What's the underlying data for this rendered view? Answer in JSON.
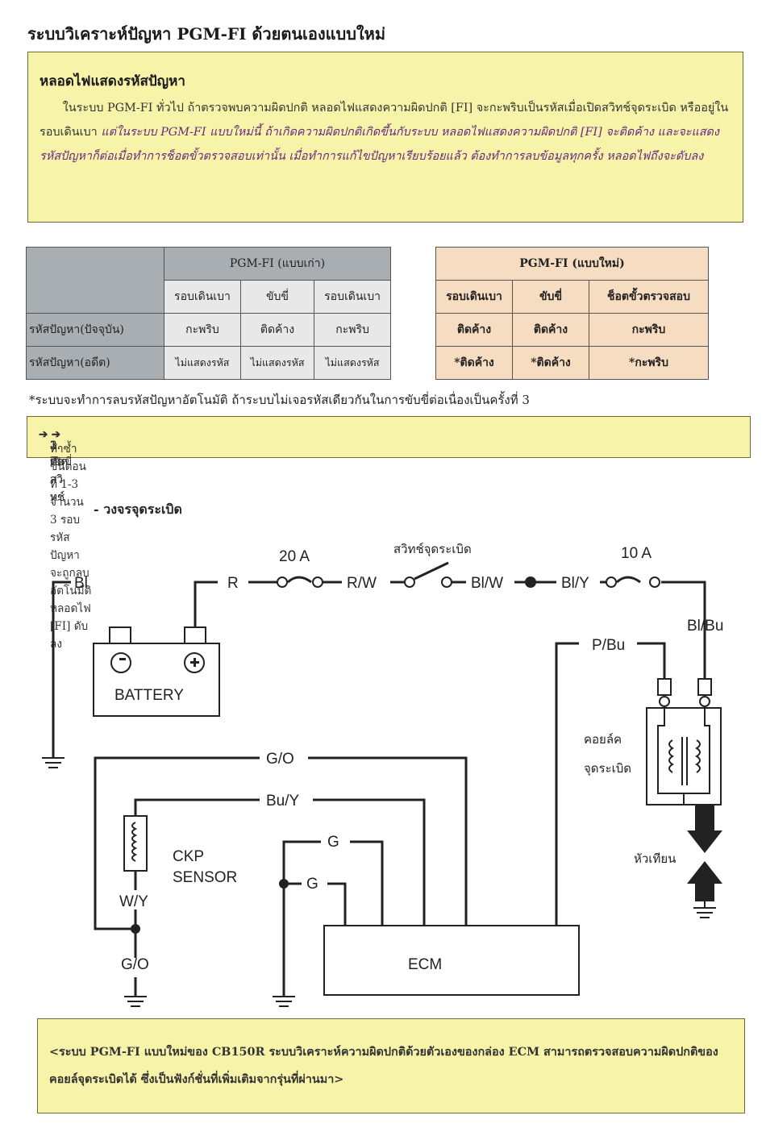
{
  "page_title": "ระบบวิเคราะห์ปัญหา PGM-FI ด้วยตนเองแบบใหม่",
  "notice": {
    "heading": "หลอดไฟแสดงรหัสปัญหา",
    "text_normal": "ในระบบ PGM-FI ทั่วไป ถ้าตรวจพบความผิดปกติ หลอดไฟแสดงความผิดปกติ [FI] จะกะพริบเป็นรหัสเมื่อเปิดสวิทช์จุดระเบิด หรืออยู่ในรอบเดินเบา",
    "text_italic": "แต่ในระบบ PGM-FI แบบใหม่นี้ ถ้าเกิดความผิดปกติเกิดขึ้นกับระบบ หลอดไฟแสดงความผิดปกติ [FI] จะติดค้าง และจะแสดงรหัสปัญหาก็ต่อเมื่อทำการช็อตขั้วตรวจสอบเท่านั้น เมื่อทำการแก้ไขปัญหาเรียบร้อยแล้ว ต้องทำการลบข้อมูลทุกครั้ง หลอดไฟถึงจะดับลง"
  },
  "old_table": {
    "title": "PGM-FI (แบบเก่า)",
    "columns": [
      "รอบเดินเบา",
      "ขับขี่",
      "รอบเดินเบา"
    ],
    "rows": [
      {
        "label": "รหัสปัญหา(ปัจจุบัน)",
        "cells": [
          "กะพริบ",
          "ติดค้าง",
          "กะพริบ"
        ]
      },
      {
        "label": "รหัสปัญหา(อดีต)",
        "cells": [
          "ไม่แสดงรหัส",
          "ไม่แสดงรหัส",
          "ไม่แสดงรหัส"
        ]
      }
    ]
  },
  "new_table": {
    "title": "PGM-FI (แบบใหม่)",
    "columns": [
      "รอบเดินเบา",
      "ขับขี่",
      "ช็อตขั้วตรวจสอบ"
    ],
    "rows": [
      [
        "ติดค้าง",
        "ติดค้าง",
        "กะพริบ"
      ],
      [
        "*ติดค้าง",
        "*ติดค้าง",
        "*กะพริบ"
      ]
    ]
  },
  "footnote": "*ระบบจะทำการลบรหัสปัญหาอัตโนมัติ ถ้าระบบไม่เจอรหัสเดียวกันในการขับขี่ต่อเนื่องเป็นครั้งที่ 3",
  "steps": {
    "step1": "1. เปิดสวิทช์",
    "step2": "2. ขับขี่",
    "step3": "3. ปิดสวิทช์",
    "instruction": "ทำซ้ำขั้นตอนที่ 1-3 จำนวน 3 รอบ รหัสปัญหาจะถูกลบอัตโนมัติ หลอดไฟ [FI] ดับลง"
  },
  "circuit": {
    "title": "- วงจรจุดระเบิด",
    "fuse1": "20 A",
    "fuse2": "10 A",
    "ignition_switch": "สวิทช์จุดระเบิด",
    "battery": "BATTERY",
    "minus": "−",
    "plus": "+",
    "wires": {
      "bl": "Bl",
      "r": "R",
      "rw": "R/W",
      "blw": "Bl/W",
      "bly": "Bl/Y",
      "blbu": "Bl/Bu",
      "pbu": "P/Bu",
      "go_top": "G/O",
      "buy": "Bu/Y",
      "g1": "G",
      "g2": "G",
      "wy": "W/Y",
      "go_bottom": "G/O"
    },
    "ckp1": "CKP",
    "ckp2": "SENSOR",
    "ecm": "ECM",
    "coil1": "คอยล์ค",
    "coil2": "จุดระเบิด",
    "spark_plug": "หัวเทียน"
  },
  "bottom_note": "<ระบบ PGM-FI แบบใหม่ของ CB150R ระบบวิเคราะห์ความผิดปกติด้วยตัวเองของกล่อง ECM สามารถตรวจสอบความผิดปกติของคอยล์จุดระเบิดได้ ซึ่งเป็นฟังก์ชั่นที่เพิ่มเติมจากรุ่นที่ผ่านมา>"
}
